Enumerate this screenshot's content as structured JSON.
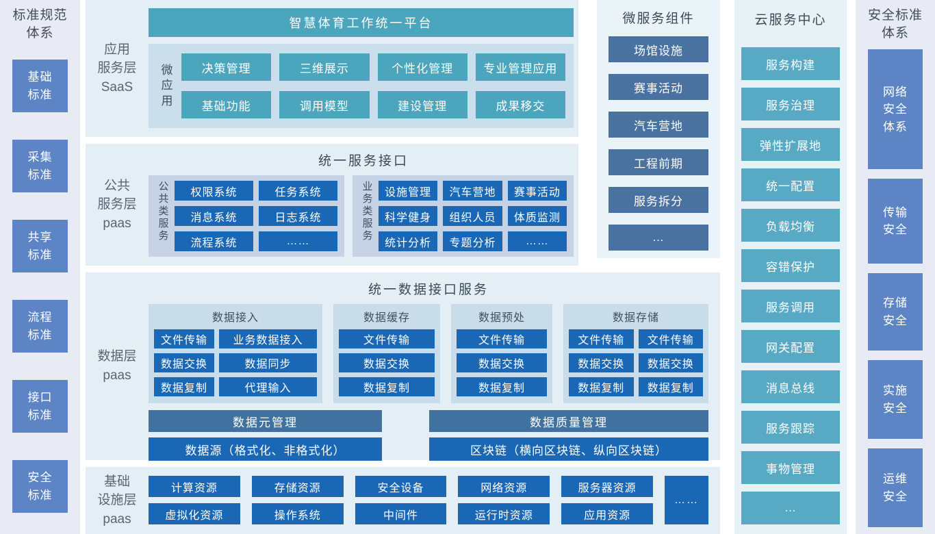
{
  "colors": {
    "strip_bg": "#e9ebf4",
    "strip_button": "#5d85c6",
    "panel_bg": "#e3eef5",
    "saas_inner_bg": "#cbdeeb",
    "teal": "#4ba5bd",
    "paas_subpanel_bg": "#c5d3e4",
    "data_group_bg": "#c9dcea",
    "dark_blue": "#1a68b5",
    "slate_bar": "#41719e",
    "micro_button": "#4a72a1",
    "cloud_button": "#58a9c4"
  },
  "left_sidebar": {
    "title": "标准规范\n体系",
    "items": [
      "基础\n标准",
      "采集\n标准",
      "共享\n标准",
      "流程\n标准",
      "接口\n标准",
      "安全\n标准"
    ]
  },
  "saas": {
    "layer_label": "应用\n服务层\nSaaS",
    "platform_title": "智慧体育工作统一平台",
    "micro_label": "微\n应\n用",
    "apps": [
      "决策管理",
      "三维展示",
      "个性化管理",
      "专业管理应用",
      "基础功能",
      "调用模型",
      "建设管理",
      "成果移交"
    ]
  },
  "paas": {
    "layer_label": "公共\n服务层\npaas",
    "title": "统一服务接口",
    "public_group": {
      "label": "公\n共\n类\n服\n务",
      "items": [
        "权限系统",
        "任务系统",
        "消息系统",
        "日志系统",
        "流程系统",
        "……"
      ]
    },
    "business_group": {
      "label": "业\n务\n类\n服\n务",
      "items": [
        "设施管理",
        "汽车营地",
        "赛事活动",
        "科学健身",
        "组织人员",
        "体质监测",
        "统计分析",
        "专题分析",
        "……"
      ]
    }
  },
  "data_layer": {
    "layer_label": "数据层\npaas",
    "title": "统一数据接口服务",
    "groups": [
      {
        "title": "数据接入",
        "items": [
          "文件传输",
          "业务数据接入",
          "数据交换",
          "数据同步",
          "数据复制",
          "代理输入"
        ]
      },
      {
        "title": "数据缓存",
        "items": [
          "文件传输",
          "数据交换",
          "数据复制"
        ]
      },
      {
        "title": "数据预处",
        "items": [
          "文件传输",
          "数据交换",
          "数据复制"
        ]
      },
      {
        "title": "数据存储",
        "items": [
          "文件传输",
          "文件传输",
          "数据交换",
          "数据交换",
          "数据复制",
          "数据复制"
        ]
      }
    ],
    "meta_bar": "数据元管理",
    "quality_bar": "数据质量管理",
    "source_bar": "数据源（格式化、非格式化）",
    "blockchain_bar": "区块链（横向区块链、纵向区块链）"
  },
  "infra": {
    "layer_label": "基础\n设施层\npaas",
    "items": [
      "计算资源",
      "存储资源",
      "安全设备",
      "网络资源",
      "服务器资源",
      "虚拟化资源",
      "操作系统",
      "中间件",
      "运行时资源",
      "应用资源"
    ],
    "more": "……"
  },
  "microservices": {
    "title": "微服务组件",
    "items": [
      "场馆设施",
      "赛事活动",
      "汽车营地",
      "工程前期",
      "服务拆分",
      "…"
    ]
  },
  "cloud": {
    "title": "云服务中心",
    "items": [
      "服务构建",
      "服务治理",
      "弹性扩展地",
      "统一配置",
      "负载均衡",
      "容错保护",
      "服务调用",
      "网关配置",
      "消息总线",
      "服务跟踪",
      "事物管理",
      "…"
    ]
  },
  "security": {
    "title": "安全标准\n体系",
    "items": [
      "网络\n安全\n体系",
      "传输\n安全",
      "存储\n安全",
      "实施\n安全",
      "运维\n安全"
    ]
  }
}
